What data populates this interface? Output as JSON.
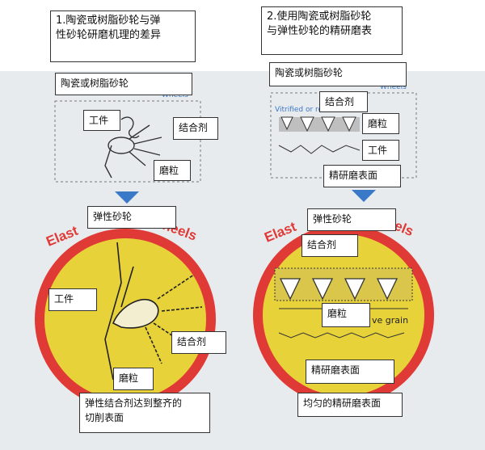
{
  "colors": {
    "yellow": "#e8d23a",
    "ring": "#e03a36",
    "arrow": "#3a78c8",
    "background": "#e8ebee"
  },
  "left": {
    "header": "1.陶瓷或树脂砂轮与弹\n性砂轮研磨机理的差异",
    "vitrified_label": "陶瓷或树脂砂轮",
    "workpiece_top": "工件",
    "bond_top": "结合剂",
    "grain_top": "磨粒",
    "elastic_label": "弹性砂轮",
    "workpiece_bottom": "工件",
    "bond_bottom": "结合剂",
    "grain_bottom": "磨粒",
    "result": "弹性结合剂达到整齐的\n切削表面"
  },
  "right": {
    "header": "2.使用陶瓷或树脂砂轮\n与弹性砂轮的精研磨表",
    "vitrified_label": "陶瓷或树脂砂轮",
    "bond_top": "结合剂",
    "grain_top": "磨粒",
    "workpiece_top": "工件",
    "finish_top": "精研磨表面",
    "elastic_label": "弹性砂轮",
    "bond_bottom": "结合剂",
    "grain_bottom": "磨粒",
    "finish_bottom": "精研磨表面",
    "result": "均匀的精研磨表面"
  },
  "printed": {
    "elastic_left": "Elast",
    "elastic_left_end": "heels",
    "elastic_right": "Elast",
    "elastic_right_end": "eels",
    "grain_text": "ve grain",
    "vitrified_right": "Vitrified or re",
    "wheels_right": "Wheels",
    "wheels_left": "Wheels"
  }
}
